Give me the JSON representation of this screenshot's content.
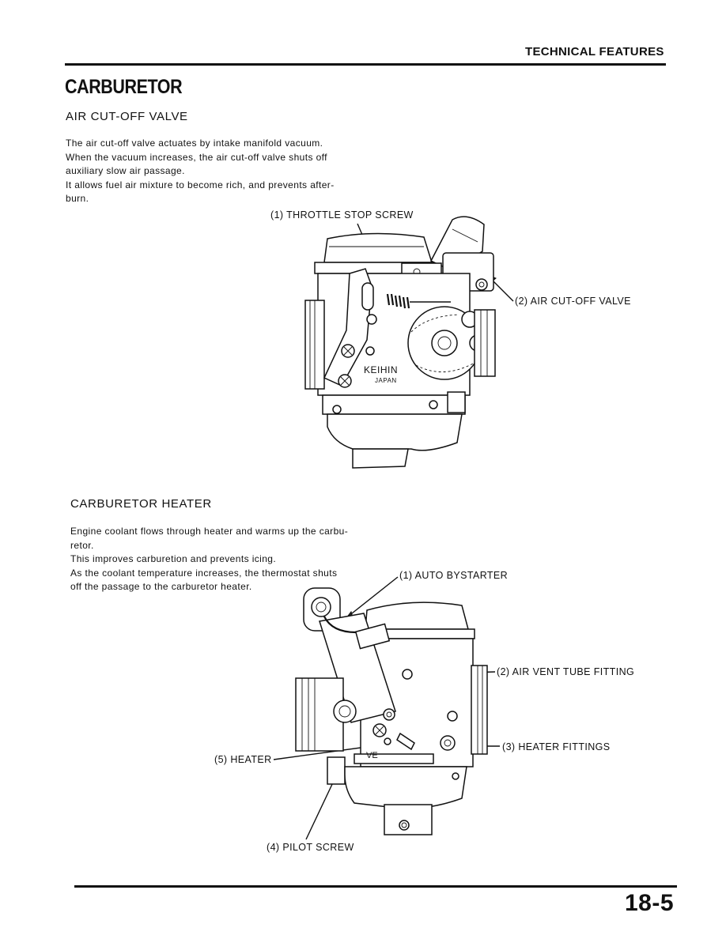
{
  "header": {
    "title": "TECHNICAL FEATURES"
  },
  "section": {
    "title": "CARBURETOR"
  },
  "air_cutoff": {
    "title": "AIR CUT-OFF VALVE",
    "paragraph": [
      "The air cut-off valve actuates by intake manifold vacuum.",
      "When the vacuum increases, the air cut-off valve shuts off",
      "auxiliary slow air passage.",
      "It allows fuel air mixture to become rich, and prevents after-",
      "burn."
    ],
    "callouts": {
      "throttle_stop_screw": "(1) THROTTLE STOP SCREW",
      "air_cutoff_valve": "(2) AIR CUT-OFF VALVE"
    },
    "maker_mark": {
      "brand": "KEIHIN",
      "origin": "JAPAN"
    }
  },
  "heater": {
    "title": "CARBURETOR HEATER",
    "paragraph": [
      "Engine coolant flows through heater and warms up the carbu-",
      "retor.",
      "This improves carburetion and prevents icing.",
      "As the coolant temperature increases, the thermostat shuts",
      "off the passage to the carburetor heater."
    ],
    "callouts": {
      "auto_bystarter": "(1) AUTO BYSTARTER",
      "air_vent_tube_fitting": "(2) AIR VENT TUBE FITTING",
      "heater_fittings": "(3) HEATER FITTINGS",
      "pilot_screw": "(4) PILOT SCREW",
      "heater": "(5) HEATER"
    },
    "body_mark": "VE"
  },
  "footer": {
    "page_number": "18-5"
  }
}
